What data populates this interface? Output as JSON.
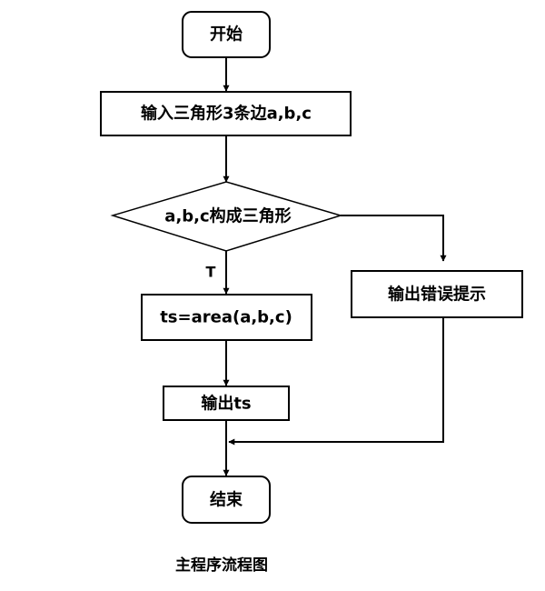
{
  "diagram": {
    "nodes": {
      "start": "开始",
      "input": "输入三角形3条边a,b,c",
      "decision": "a,b,c构成三角形",
      "compute": "ts=area(a,b,c)",
      "error": "输出错误提示",
      "output": "输出ts",
      "end": "结束"
    },
    "edge_labels": {
      "true_branch": "T"
    },
    "caption": "主程序流程图"
  }
}
